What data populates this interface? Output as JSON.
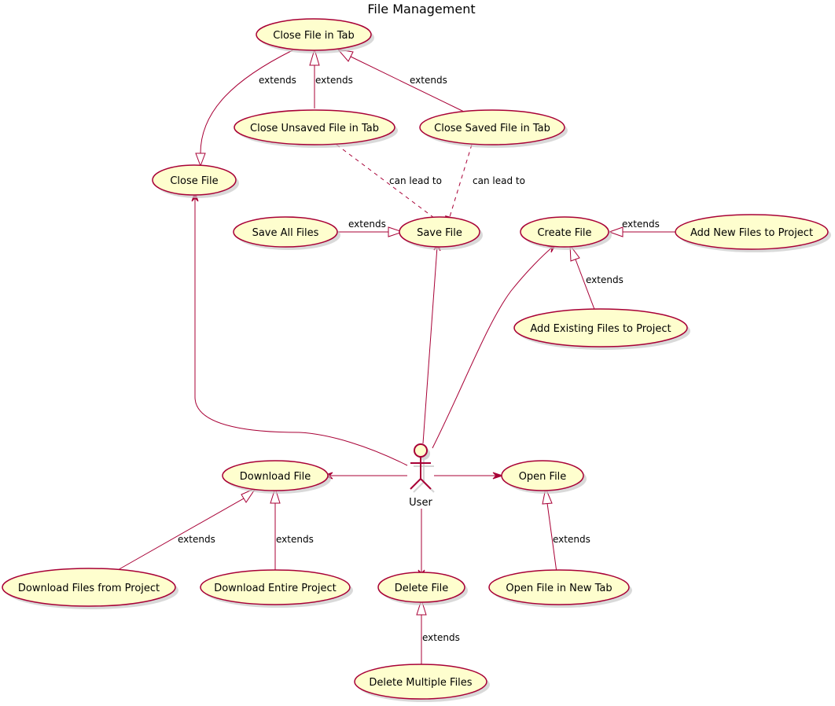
{
  "title": "File Management",
  "actor": {
    "label": "User"
  },
  "use_cases": {
    "close_file_in_tab": "Close File in Tab",
    "close_unsaved_file_in_tab": "Close Unsaved File in Tab",
    "close_saved_file_in_tab": "Close Saved File in Tab",
    "close_file": "Close File",
    "save_all_files": "Save All Files",
    "save_file": "Save File",
    "create_file": "Create File",
    "add_new_files_to_project": "Add New Files to Project",
    "add_existing_files_to_project": "Add Existing Files to Project",
    "download_file": "Download File",
    "open_file": "Open File",
    "download_files_from_project": "Download Files from Project",
    "download_entire_project": "Download Entire Project",
    "delete_file": "Delete File",
    "open_file_in_new_tab": "Open File in New Tab",
    "delete_multiple_files": "Delete Multiple Files"
  },
  "relations": {
    "extends": "extends",
    "can_lead_to": "can lead to"
  },
  "colors": {
    "fill": "#FEFECE",
    "stroke": "#A80036"
  }
}
